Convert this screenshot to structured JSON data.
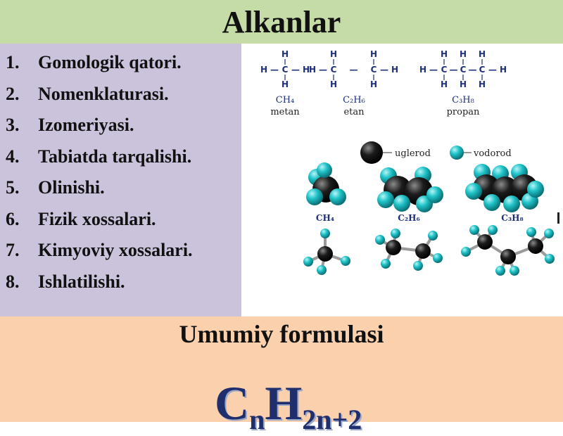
{
  "title": "Alkanlar",
  "topics": [
    {
      "num": "1.",
      "text": "Gomologik qatori."
    },
    {
      "num": "2.",
      "text": "Nomenklaturasi."
    },
    {
      "num": "3.",
      "text": "Izomeriyasi."
    },
    {
      "num": "4.",
      "text": "Tabiatda tarqalishi."
    },
    {
      "num": "5.",
      "text": "Olinishi."
    },
    {
      "num": "6.",
      "text": "Fizik xossalari."
    },
    {
      "num": "7.",
      "text": "Kimyoviy xossalari."
    },
    {
      "num": "8.",
      "text": "Ishlatilishi."
    }
  ],
  "structures": [
    {
      "formula": "CH₄",
      "name": "metan"
    },
    {
      "formula": "C₂H₆",
      "name": "etan"
    },
    {
      "formula": "C₃H₈",
      "name": "propan"
    }
  ],
  "legend": {
    "carbon": "uglerod",
    "hydrogen": "vodorod"
  },
  "model_labels": [
    "CH₄",
    "C₂H₆",
    "C₃H₈"
  ],
  "atom_symbols": {
    "h": "H",
    "c": "C",
    "dash": "—"
  },
  "formula_section": {
    "heading": "Umumiy formulasi",
    "c": "C",
    "n": "n",
    "h": "H",
    "sub": "2n+2"
  },
  "colors": {
    "title_bg": "#c6dca6",
    "left_bg": "#cbc3dc",
    "bottom_bg": "#fad0ad",
    "carbon": "#1c1c1c",
    "hydrogen": "#1fc3c8",
    "formula_text": "#1f2f6e",
    "struct_text": "#1e2f7a"
  }
}
